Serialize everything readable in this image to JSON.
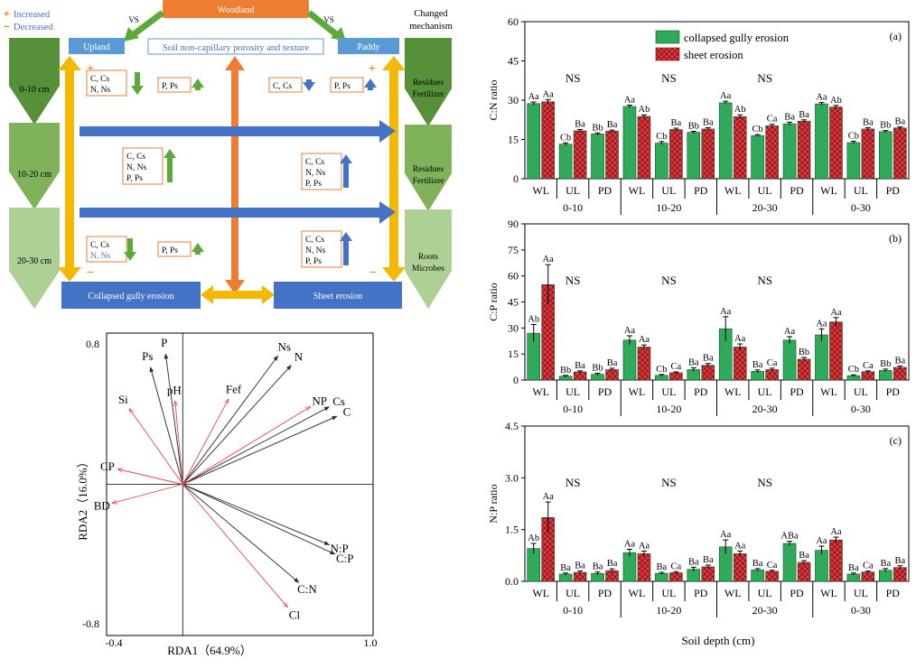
{
  "colors": {
    "green_bar": "#2eaa5a",
    "red_bar": "#d9353a",
    "orange": "#ed7d31",
    "yellow": "#f5b800",
    "blue": "#4472c4",
    "green_arrow": "#5aaa3c",
    "box_fill": "#5b9bd5"
  },
  "diagram": {
    "legend_increased": "Increased",
    "legend_decreased": "Decreased",
    "plus_sign": "+",
    "minus_sign": "−",
    "woodland": "Woodland",
    "vs_left": "VS",
    "vs_right": "VS",
    "upland": "Upland",
    "paddy": "Paddy",
    "porosity_label": "Soil non-capillary porosity and texture",
    "changed_mechanism": [
      "Changed",
      "mechanism"
    ],
    "depths": [
      "0-10 cm",
      "10-20 cm",
      "20-30 cm"
    ],
    "mechanisms": [
      [
        "Residues",
        "Fertilizer"
      ],
      [
        "Residues",
        "Fertilizer"
      ],
      [
        "Roots",
        "Microbes"
      ]
    ],
    "collapsed": "Collapsed gully erosion",
    "sheet": "Sheet erosion",
    "boxes": {
      "r1_ul": [
        "C, Cs",
        "N, Ns"
      ],
      "r1_ur": [
        "P, Ps"
      ],
      "r1_pl": [
        "C, Cs"
      ],
      "r1_pr": [
        "P, Ps"
      ],
      "r2_u": [
        "C, Cs",
        "N, Ns",
        "P, Ps"
      ],
      "r2_p": [
        "C, Cs",
        "N, Ns",
        "P, Ps"
      ],
      "r3_ul": [
        "C, Cs",
        "N, Ns"
      ],
      "r3_ur": [
        "P, Ps"
      ],
      "r3_p": [
        "C, Cs",
        "N, Ns",
        "P, Ps"
      ]
    }
  },
  "chart_data": [
    {
      "type": "biplot",
      "xlabel": "RDA1（64.9%）",
      "ylabel": "RDA2（16.0%）",
      "xlim": [
        -0.4,
        1.0
      ],
      "ylim": [
        -0.8,
        0.8
      ],
      "tick_labels": {
        "x_min": "-0.4",
        "x_max": "1.0",
        "y_max": "0.8",
        "y_min": "-0.8"
      },
      "response_vectors": [
        {
          "name": "Ps",
          "x": -0.17,
          "y": 0.62
        },
        {
          "name": "P",
          "x": -0.09,
          "y": 0.69
        },
        {
          "name": "Ns",
          "x": 0.5,
          "y": 0.68
        },
        {
          "name": "N",
          "x": 0.57,
          "y": 0.63
        },
        {
          "name": "Cs",
          "x": 0.77,
          "y": 0.41
        },
        {
          "name": "C",
          "x": 0.81,
          "y": 0.36
        },
        {
          "name": "N:P",
          "x": 0.77,
          "y": -0.32
        },
        {
          "name": "C:P",
          "x": 0.8,
          "y": -0.37
        },
        {
          "name": "C:N",
          "x": 0.61,
          "y": -0.52
        }
      ],
      "environment_vectors": [
        {
          "name": "pH",
          "x": -0.04,
          "y": 0.44
        },
        {
          "name": "Fef",
          "x": 0.24,
          "y": 0.45
        },
        {
          "name": "NP",
          "x": 0.67,
          "y": 0.41
        },
        {
          "name": "Si",
          "x": -0.28,
          "y": 0.4
        },
        {
          "name": "CP",
          "x": -0.34,
          "y": 0.08
        },
        {
          "name": "BD",
          "x": -0.37,
          "y": -0.1
        },
        {
          "name": "Cl",
          "x": 0.55,
          "y": -0.65
        }
      ]
    },
    {
      "type": "bar",
      "panel": "(a)",
      "ylabel": "C:N ratio",
      "ylim": [
        0,
        60
      ],
      "yticks": [
        "0",
        "15",
        "30",
        "45",
        "60"
      ],
      "depth_groups": [
        "0-10",
        "10-20",
        "20-30",
        "0-30"
      ],
      "categories": [
        "WL",
        "UL",
        "PD"
      ],
      "ns_labels": [
        "NS",
        "NS",
        "NS"
      ],
      "legend": [
        "collapsed gully erosion",
        "sheet erosion"
      ],
      "series": [
        {
          "name": "collapsed gully erosion",
          "values": [
            28.7,
            13.2,
            17.1,
            27.6,
            13.6,
            17.7,
            29.0,
            16.5,
            21.0,
            28.6,
            13.8,
            18.0
          ],
          "errors": [
            0.6,
            0.5,
            0.4,
            0.5,
            0.6,
            0.4,
            0.6,
            0.4,
            0.6,
            0.5,
            0.5,
            0.4
          ]
        },
        {
          "name": "sheet erosion",
          "values": [
            29.4,
            18.3,
            18.2,
            23.8,
            18.8,
            19.0,
            23.7,
            20.2,
            22.0,
            27.4,
            19.0,
            19.4
          ],
          "errors": [
            0.8,
            0.5,
            0.4,
            0.6,
            0.5,
            0.5,
            0.7,
            0.6,
            0.5,
            0.6,
            0.5,
            0.4
          ]
        }
      ],
      "letters": [
        [
          "Aa",
          "Aa"
        ],
        [
          "Cb",
          "Ba"
        ],
        [
          "Bb",
          "Ba"
        ],
        [
          "Aa",
          "Ab"
        ],
        [
          "Cb",
          "Ba"
        ],
        [
          "Bb",
          "Ba"
        ],
        [
          "Aa",
          "Ab"
        ],
        [
          "Cb",
          "Ca"
        ],
        [
          "Ba",
          "Ba"
        ],
        [
          "Aa",
          "Ab"
        ],
        [
          "Cb",
          "Ba"
        ],
        [
          "Bb",
          "Ba"
        ]
      ]
    },
    {
      "type": "bar",
      "panel": "(b)",
      "ylabel": "C:P ratio",
      "ylim": [
        0,
        90
      ],
      "yticks": [
        "0",
        "15",
        "30",
        "45",
        "60",
        "75",
        "90"
      ],
      "depth_groups": [
        "0-10",
        "10-20",
        "20-30",
        "0-30"
      ],
      "categories": [
        "WL",
        "UL",
        "PD"
      ],
      "ns_labels": [
        "NS",
        "NS",
        "NS"
      ],
      "series": [
        {
          "name": "collapsed gully erosion",
          "values": [
            27.0,
            2.2,
            3.3,
            23.0,
            2.7,
            6.0,
            29.5,
            5.0,
            23.0,
            26.0,
            2.5,
            5.5
          ],
          "errors": [
            5.0,
            0.5,
            0.6,
            2.5,
            0.5,
            1.0,
            7.0,
            0.8,
            2.0,
            3.5,
            0.5,
            0.8
          ]
        },
        {
          "name": "sheet erosion",
          "values": [
            55.0,
            4.7,
            6.0,
            19.0,
            4.2,
            8.5,
            19.0,
            6.0,
            12.0,
            33.5,
            4.8,
            7.3
          ],
          "errors": [
            11.5,
            0.6,
            0.8,
            1.2,
            0.5,
            1.0,
            1.8,
            0.8,
            1.0,
            2.5,
            0.5,
            0.8
          ]
        }
      ],
      "letters": [
        [
          "Ab",
          "Aa"
        ],
        [
          "Bb",
          "Ba"
        ],
        [
          "Bb",
          "Ba"
        ],
        [
          "Aa",
          "Aa"
        ],
        [
          "Cb",
          "Ca"
        ],
        [
          "Ba",
          "Ba"
        ],
        [
          "Aa",
          "Aa"
        ],
        [
          "Ba",
          "Ca"
        ],
        [
          "Aa",
          "Bb"
        ],
        [
          "Aa",
          "Aa"
        ],
        [
          "Cb",
          "Ca"
        ],
        [
          "Bb",
          "Ba"
        ]
      ]
    },
    {
      "type": "bar",
      "panel": "(c)",
      "ylabel": "N:P ratio",
      "xlabel": "Soil depth (cm)",
      "ylim": [
        0,
        4.5
      ],
      "yticks": [
        "0.0",
        "1.5",
        "3.0",
        "4.5"
      ],
      "depth_groups": [
        "0-10",
        "10-20",
        "20-30",
        "0-30"
      ],
      "categories": [
        "WL",
        "UL",
        "PD"
      ],
      "ns_labels": [
        "NS",
        "NS",
        "NS"
      ],
      "series": [
        {
          "name": "collapsed gully erosion",
          "values": [
            0.95,
            0.21,
            0.23,
            0.83,
            0.23,
            0.35,
            1.0,
            0.33,
            1.1,
            0.9,
            0.21,
            0.32
          ],
          "errors": [
            0.15,
            0.03,
            0.04,
            0.1,
            0.03,
            0.06,
            0.2,
            0.04,
            0.06,
            0.12,
            0.03,
            0.05
          ]
        },
        {
          "name": "sheet erosion",
          "values": [
            1.85,
            0.26,
            0.31,
            0.8,
            0.25,
            0.42,
            0.8,
            0.29,
            0.55,
            1.2,
            0.27,
            0.4
          ],
          "errors": [
            0.45,
            0.04,
            0.05,
            0.08,
            0.03,
            0.05,
            0.08,
            0.03,
            0.05,
            0.08,
            0.03,
            0.05
          ]
        }
      ],
      "letters": [
        [
          "Ab",
          "Aa"
        ],
        [
          "Ba",
          "Ba"
        ],
        [
          "Ba",
          "Ba"
        ],
        [
          "Aa",
          "Aa"
        ],
        [
          "Ba",
          "Ca"
        ],
        [
          "Ba",
          "Ba"
        ],
        [
          "Aa",
          "Aa"
        ],
        [
          "Ba",
          "Ca"
        ],
        [
          "ABa",
          "Ba"
        ],
        [
          "Aa",
          "Aa"
        ],
        [
          "Ba",
          "Ca"
        ],
        [
          "Ba",
          "Ba"
        ]
      ]
    }
  ]
}
